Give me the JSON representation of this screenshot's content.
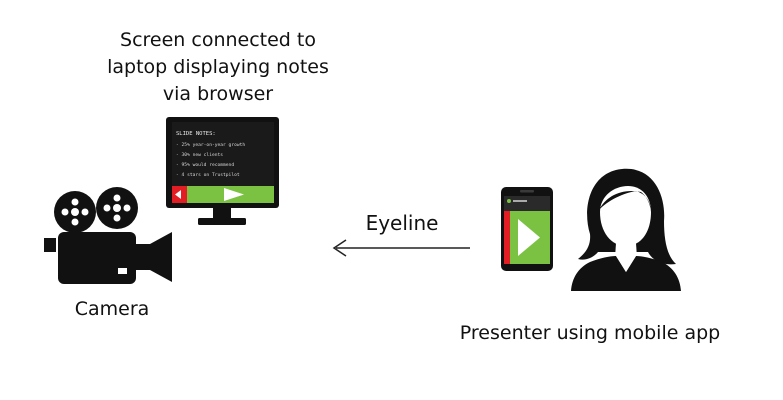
{
  "labels": {
    "screen_caption": [
      "Screen connected to",
      "laptop displaying notes",
      "via browser"
    ],
    "camera": "Camera",
    "presenter": "Presenter using mobile app",
    "eyeline": "Eyeline"
  },
  "screen_notes": {
    "heading": "SLIDE NOTES:",
    "lines": [
      "- 25% year-on-year growth",
      "- 30% new clients",
      "- 95% would recommend",
      "- 4 stars on Trustpilot"
    ]
  },
  "colors": {
    "red": "#e21d24",
    "green": "#7cc242",
    "dark": "#111111",
    "screen_bg": "#1a1a1a"
  },
  "icons": [
    "camera-icon",
    "monitor-icon",
    "phone-icon",
    "presenter-icon",
    "arrow-left-icon"
  ]
}
